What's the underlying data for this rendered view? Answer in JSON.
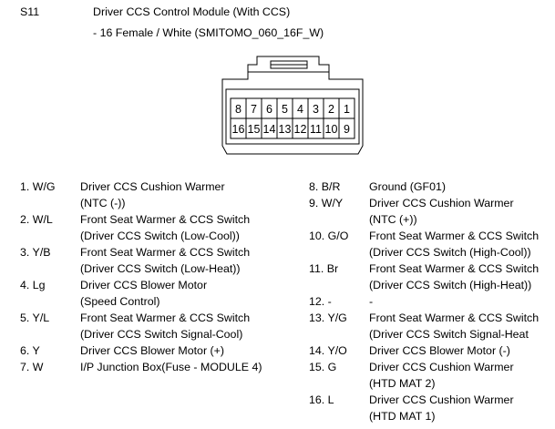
{
  "header": {
    "code": "S11",
    "title": "Driver CCS Control Module (With CCS)",
    "subtitle": "- 16 Female / White (SMITOMO_060_16F_W)"
  },
  "connector": {
    "row_top": [
      "8",
      "7",
      "6",
      "5",
      "4",
      "3",
      "2",
      "1"
    ],
    "row_bottom": [
      "16",
      "15",
      "14",
      "13",
      "12",
      "11",
      "10",
      "9"
    ]
  },
  "pins_left": [
    {
      "num": "1. W/G",
      "lines": [
        "Driver CCS Cushion Warmer",
        "(NTC (-))"
      ]
    },
    {
      "num": "2. W/L",
      "lines": [
        "Front Seat Warmer & CCS Switch",
        "(Driver CCS Switch (Low-Cool))"
      ]
    },
    {
      "num": "3. Y/B",
      "lines": [
        "Front Seat Warmer & CCS Switch",
        "(Driver CCS Switch (Low-Heat))"
      ]
    },
    {
      "num": "4. Lg",
      "lines": [
        "Driver CCS Blower Motor",
        "(Speed Control)"
      ]
    },
    {
      "num": "5. Y/L",
      "lines": [
        "Front Seat Warmer & CCS Switch",
        "(Driver CCS Switch Signal-Cool)"
      ]
    },
    {
      "num": "6. Y",
      "lines": [
        "Driver CCS Blower Motor (+)"
      ]
    },
    {
      "num": "7. W",
      "lines": [
        "I/P Junction Box(Fuse - MODULE 4)"
      ]
    }
  ],
  "pins_right": [
    {
      "num": "8. B/R",
      "lines": [
        "Ground (GF01)"
      ]
    },
    {
      "num": "9. W/Y",
      "lines": [
        "Driver CCS Cushion Warmer",
        "(NTC (+))"
      ]
    },
    {
      "num": "10. G/O",
      "lines": [
        "Front Seat Warmer & CCS Switch",
        "(Driver CCS Switch (High-Cool))"
      ]
    },
    {
      "num": "11. Br",
      "lines": [
        "Front Seat Warmer & CCS Switch",
        "(Driver CCS Switch (High-Heat))"
      ]
    },
    {
      "num": "12. -",
      "lines": [
        "-"
      ]
    },
    {
      "num": "13. Y/G",
      "lines": [
        "Front Seat Warmer & CCS Switch",
        "(Driver CCS Switch Signal-Heat"
      ]
    },
    {
      "num": "14. Y/O",
      "lines": [
        "Driver CCS Blower Motor (-)"
      ]
    },
    {
      "num": "15. G",
      "lines": [
        "Driver CCS Cushion Warmer",
        "(HTD MAT 2)"
      ]
    },
    {
      "num": "16. L",
      "lines": [
        "Driver CCS Cushion Warmer",
        "(HTD MAT 1)"
      ]
    }
  ]
}
